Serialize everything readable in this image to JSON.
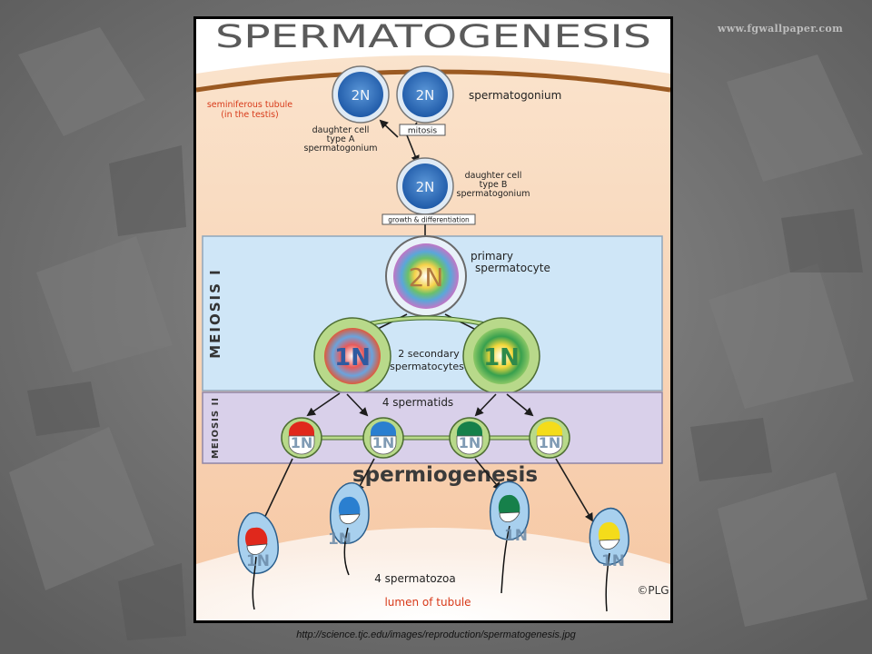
{
  "watermark": "www.fgwallpaper.com",
  "source_url": "http://science.tjc.edu/images/reproduction/spermatogenesis.jpg",
  "diagram": {
    "title": "SPERMATOGENESIS",
    "tubule_label_line1": "seminiferous tubule",
    "tubule_label_line2": "(in the testis)",
    "spermatogonium_label": "spermatogonium",
    "ploidy_2n": "2N",
    "ploidy_1n": "1N",
    "mitosis_label": "mitosis",
    "type_a_line1": "daughter cell",
    "type_a_line2": "type A",
    "type_a_line3": "spermatogonium",
    "type_b_line1": "daughter cell",
    "type_b_line2": "type B",
    "type_b_line3": "spermatogonium",
    "growth_label": "growth & differentiation",
    "meiosis1_label": "MEIOSIS I",
    "meiosis2_label": "MEIOSIS II",
    "primary_line1": "primary",
    "primary_line2": "spermatocyte",
    "secondary_line1": "2 secondary",
    "secondary_line2": "spermatocytes",
    "spermatids_label": "4 spermatids",
    "spermiogenesis_label": "spermiogenesis",
    "spermatozoa_label": "4 spermatozoa",
    "lumen_label": "lumen of tubule",
    "copyright": "©PLG",
    "colors": {
      "cell_blue": "#2f6fc0",
      "meiosis1_panel": "#cfe6f7",
      "meiosis2_panel": "#d9d0ea",
      "cytoplasm_green": "#b8d98a",
      "sperm_head": "#a8d0ee",
      "tubule_wall": "#9b5a22",
      "label_red": "#d83a1a",
      "cap_red": "#e0281c",
      "cap_blue": "#2a7fd0",
      "cap_green": "#16804a",
      "cap_yellow": "#f4dc1a"
    }
  }
}
